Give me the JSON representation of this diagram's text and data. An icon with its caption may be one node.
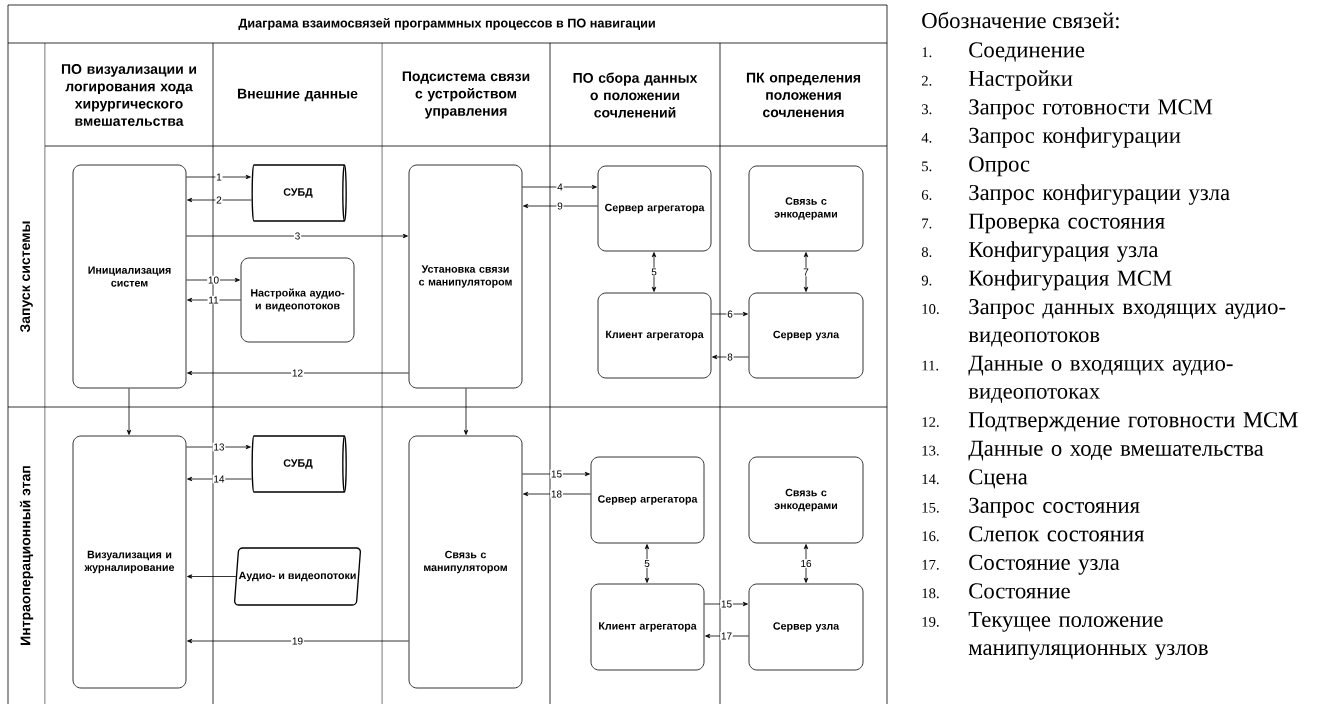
{
  "diagram": {
    "title": "Диаграма взаимосвязей программных процессов в ПО навигации",
    "nodes": [
      {
        "text": [
          "Инициализация систем"
        ]
      },
      {
        "text": [
          "СУБД"
        ]
      },
      {
        "text": [
          "Настройка аудио- и видеопотоков"
        ]
      },
      {
        "text": [
          "Установка связи с манипулятором"
        ]
      },
      {
        "text": [
          "Сервер агрегатора"
        ]
      },
      {
        "text": [
          "Клиент агрегатора"
        ]
      },
      {
        "text": [
          "Связь с энкодерами"
        ]
      },
      {
        "text": [
          "Сервер узла"
        ]
      },
      {
        "text": [
          "Визуализация и журналирование"
        ]
      },
      {
        "text": [
          "СУБД"
        ]
      },
      {
        "text": [
          "Аудио- и видеопотоки"
        ]
      },
      {
        "text": [
          "Связь с манипулятором"
        ]
      },
      {
        "text": [
          "Сервер агрегатора"
        ]
      },
      {
        "text": [
          "Клиент агрегатора"
        ]
      },
      {
        "text": [
          "Связь с энкодерами"
        ]
      },
      {
        "text": [
          "Сервер узла"
        ]
      }
    ],
    "edges": [
      {
        "from": 0,
        "to": 1,
        "arrow": "to",
        "label": "1"
      },
      {
        "from": 1,
        "to": 0,
        "arrow": "to",
        "label": "2"
      },
      {
        "from": 0,
        "to": 3,
        "arrow": "to",
        "label": "3"
      },
      {
        "from": 3,
        "to": 4,
        "arrow": "to",
        "label": "4"
      },
      {
        "from": 4,
        "to": 3,
        "arrow": "to",
        "label": "9"
      },
      {
        "from": 4,
        "to": 5,
        "arrow": "both",
        "label": "5"
      },
      {
        "from": 5,
        "to": 7,
        "arrow": "to",
        "label": "6"
      },
      {
        "from": 7,
        "to": 5,
        "arrow": "to",
        "label": "8"
      },
      {
        "from": 6,
        "to": 7,
        "arrow": "both",
        "label": "7"
      },
      {
        "from": 0,
        "to": 2,
        "arrow": "to",
        "label": "10"
      },
      {
        "from": 2,
        "to": 0,
        "arrow": "to",
        "label": "11"
      },
      {
        "from": 3,
        "to": 0,
        "arrow": "to",
        "label": "12"
      },
      {
        "from": 0,
        "to": 8,
        "arrow": "to"
      },
      {
        "from": 3,
        "to": 11,
        "arrow": "to"
      },
      {
        "from": 8,
        "to": 9,
        "arrow": "to",
        "label": "13"
      },
      {
        "from": 9,
        "to": 8,
        "arrow": "to",
        "label": "14"
      },
      {
        "from": 10,
        "to": 8,
        "arrow": "to"
      },
      {
        "from": 11,
        "to": 12,
        "arrow": "to",
        "label": "15"
      },
      {
        "from": 12,
        "to": 11,
        "arrow": "to",
        "label": "18"
      },
      {
        "from": 12,
        "to": 13,
        "arrow": "both",
        "label": "5"
      },
      {
        "from": 13,
        "to": 15,
        "arrow": "to",
        "label": "15"
      },
      {
        "from": 15,
        "to": 13,
        "arrow": "to",
        "label": "17"
      },
      {
        "from": 14,
        "to": 15,
        "arrow": "both",
        "label": "16"
      },
      {
        "from": 11,
        "to": 8,
        "arrow": "to",
        "label": "19"
      }
    ],
    "labels": [
      "ПО визуализации и логирования хода хирургического вмешательства",
      "Внешние данные",
      "Подсистема связи с устройством управления",
      "ПО сбора данных о положении сочленений",
      "ПК определения положения сочленения",
      "Запуск системы",
      "Интраоперационный этап",
      "Обозначение связей:",
      "1.",
      "Соединение",
      "2.",
      "Настройки",
      "3.",
      "Запрос готовности МСМ",
      "4.",
      "Запрос конфигурации",
      "5.",
      "Опрос",
      "6.",
      "Запрос конфигурации узла",
      "7.",
      "Проверка состояния",
      "8.",
      "Конфигурация узла",
      "9.",
      "Конфигурация МСМ",
      "10.",
      "Запрос данных входящих аудио-видеопотоков",
      "11.",
      "Данные о входящих аудио-видеопотоках",
      "12.",
      "Подтверждение готовности МСМ",
      "13.",
      "Данные о ходе вмешательства",
      "14.",
      "Сцена",
      "15.",
      "Запрос состояния",
      "16.",
      "Слепок состояния",
      "17.",
      "Состояние узла",
      "18.",
      "Состояние",
      "19.",
      "Текущее положение манипуляционных узлов"
    ]
  }
}
